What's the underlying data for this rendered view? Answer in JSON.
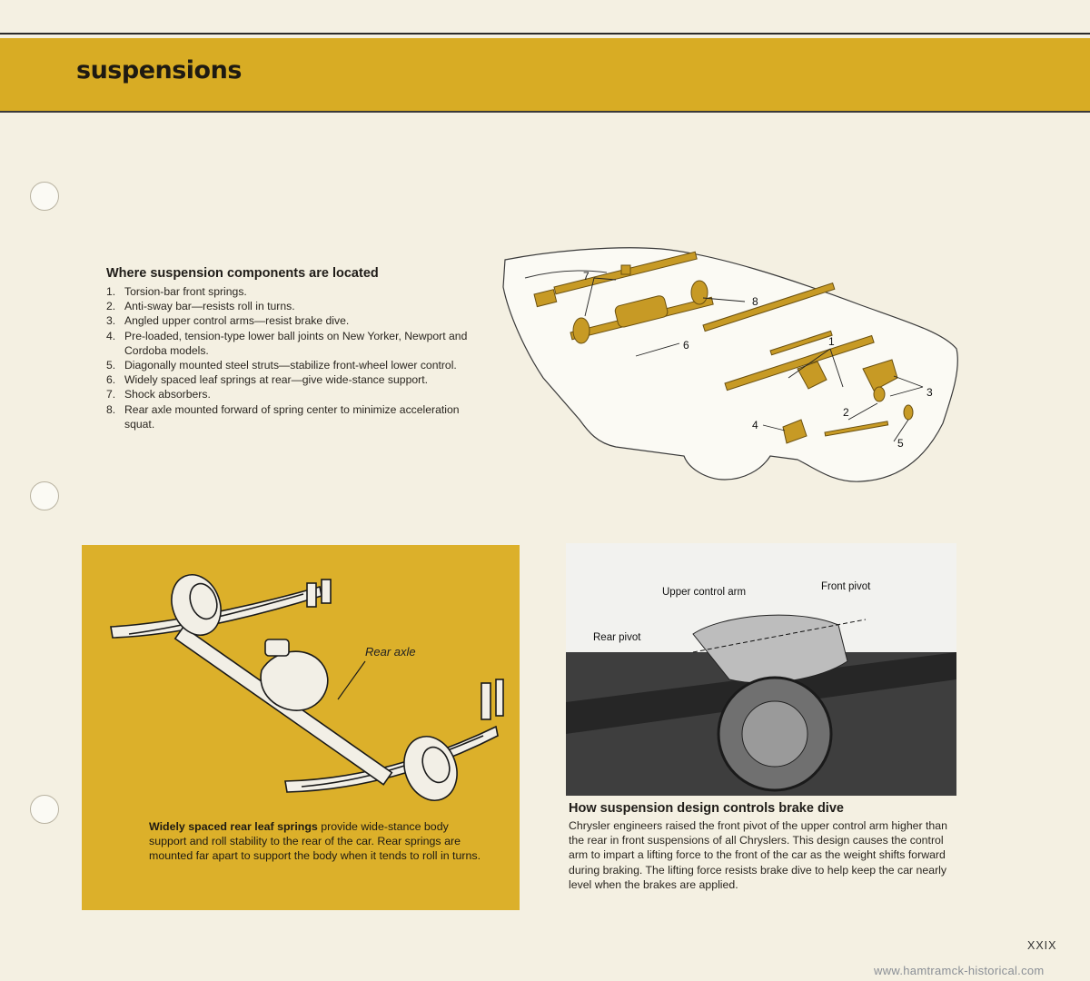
{
  "header": {
    "title": "suspensions"
  },
  "components": {
    "heading": "Where suspension components are located",
    "items": [
      {
        "num": "1.",
        "text": "Torsion-bar front springs."
      },
      {
        "num": "2.",
        "text": "Anti-sway bar—resists roll in turns."
      },
      {
        "num": "3.",
        "text": "Angled upper control arms—resist brake dive."
      },
      {
        "num": "4.",
        "text": "Pre-loaded, tension-type lower ball joints on New Yorker, Newport and Cordoba models."
      },
      {
        "num": "5.",
        "text": "Diagonally mounted steel struts—stabilize front-wheel lower control."
      },
      {
        "num": "6.",
        "text": "Widely spaced leaf springs at rear—give wide-stance support."
      },
      {
        "num": "7.",
        "text": "Shock absorbers."
      },
      {
        "num": "8.",
        "text": "Rear axle mounted forward of spring center to minimize acceleration squat."
      }
    ]
  },
  "diagram": {
    "callouts": [
      "1",
      "2",
      "3",
      "4",
      "5",
      "6",
      "7",
      "8"
    ]
  },
  "rear_axle": {
    "label": "Rear axle",
    "caption_bold": "Widely spaced rear leaf springs",
    "caption_text": " provide wide-stance body support and roll stability to the rear of the car. Rear springs are mounted far apart to support the body when it tends to roll in turns."
  },
  "photo": {
    "labels": {
      "upper": "Upper control arm",
      "front": "Front pivot",
      "rear": "Rear pivot"
    }
  },
  "brake_dive": {
    "heading": "How suspension design controls brake dive",
    "body": "Chrysler engineers raised the front pivot of the upper control arm higher than the rear in front suspensions of all Chryslers. This design causes the control arm to impart a lifting force to the front of the car as the weight shifts forward during braking. The lifting force resists brake dive to help keep the car nearly level when the brakes are applied."
  },
  "footer": {
    "page": "XXIX",
    "watermark": "www.hamtramck-historical.com"
  },
  "colors": {
    "banner": "#d8ac24",
    "panel": "#dcb02a",
    "paper": "#f4f0e2"
  }
}
